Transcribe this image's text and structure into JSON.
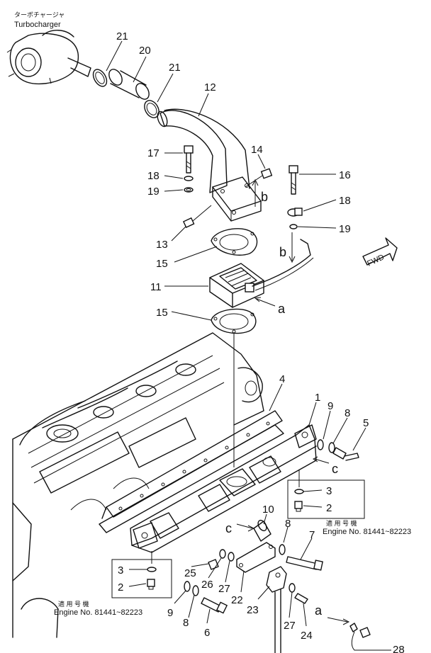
{
  "turbocharger": {
    "label_jp": "ターボチャージャ",
    "label_en": "Turbocharger"
  },
  "callouts": {
    "p21a": "21",
    "p20": "20",
    "p21b": "21",
    "p12": "12",
    "p17": "17",
    "p18a": "18",
    "p19a": "19",
    "p14": "14",
    "p16": "16",
    "p18b": "18",
    "p19b": "19",
    "p13": "13",
    "p15a": "15",
    "p11": "11",
    "p15b": "15",
    "p4": "4",
    "p1": "1",
    "p9a": "9",
    "p8a": "8",
    "p5": "5",
    "p3a": "3",
    "p2a": "2",
    "p10": "10",
    "p8b": "8",
    "p7": "7",
    "p3b": "3",
    "p2b": "2",
    "p25": "25",
    "p26": "26",
    "p27a": "27",
    "p22": "22",
    "p23": "23",
    "p9b": "9",
    "p8c": "8",
    "p6": "6",
    "p27b": "27",
    "p24": "24",
    "p28": "28"
  },
  "letters": {
    "b_upper": "b",
    "b_lower": "b",
    "a_right": "a",
    "a_bottom": "a",
    "c_right": "c",
    "c_left": "c"
  },
  "fwd": "FWD",
  "applicability": {
    "right": {
      "jp": "適 用 号 機",
      "en": "Engine No. 81441~82223"
    },
    "left": {
      "jp": "適 用 号 機",
      "en": "Engine No. 81441~82223"
    }
  }
}
